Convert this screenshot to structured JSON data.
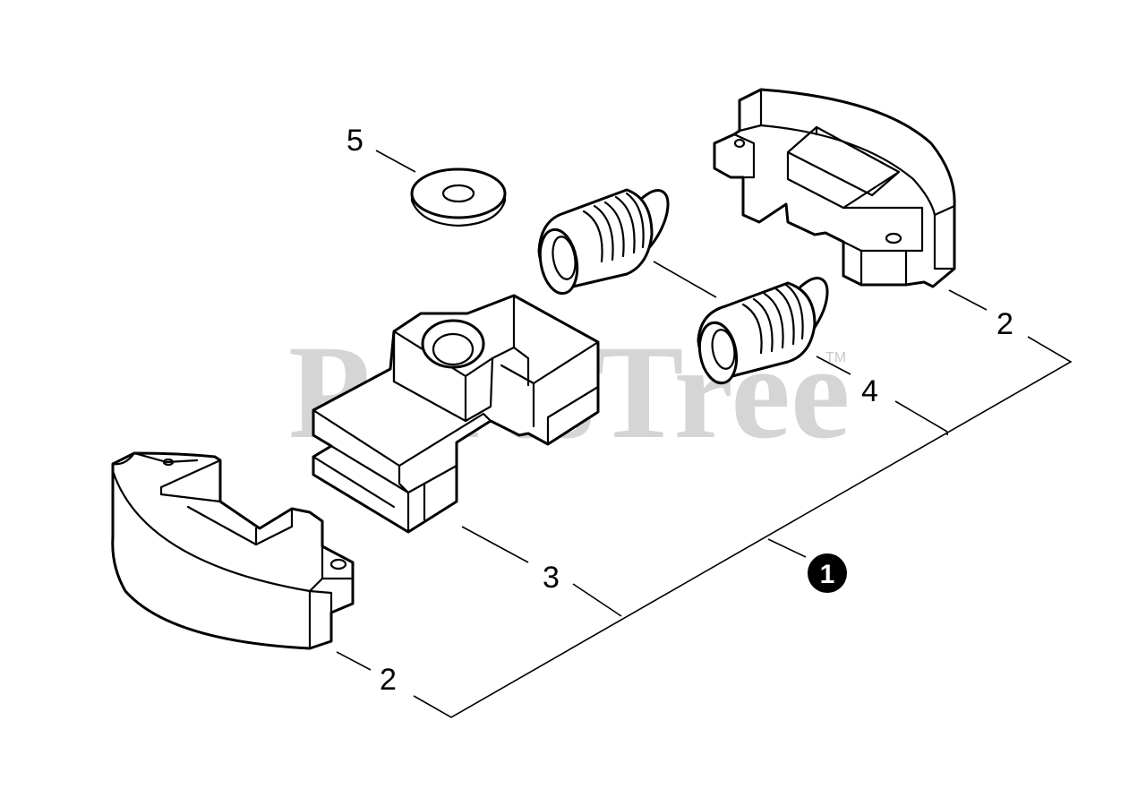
{
  "watermark": {
    "text": "PartsTree",
    "trademark": "TM"
  },
  "callouts": {
    "assembly": "1",
    "shoe_right": "2",
    "shoe_left": "2",
    "hub": "3",
    "spring": "4",
    "washer": "5"
  },
  "colors": {
    "line": "#000000",
    "watermark": "#c8c8c8",
    "background": "#ffffff"
  }
}
